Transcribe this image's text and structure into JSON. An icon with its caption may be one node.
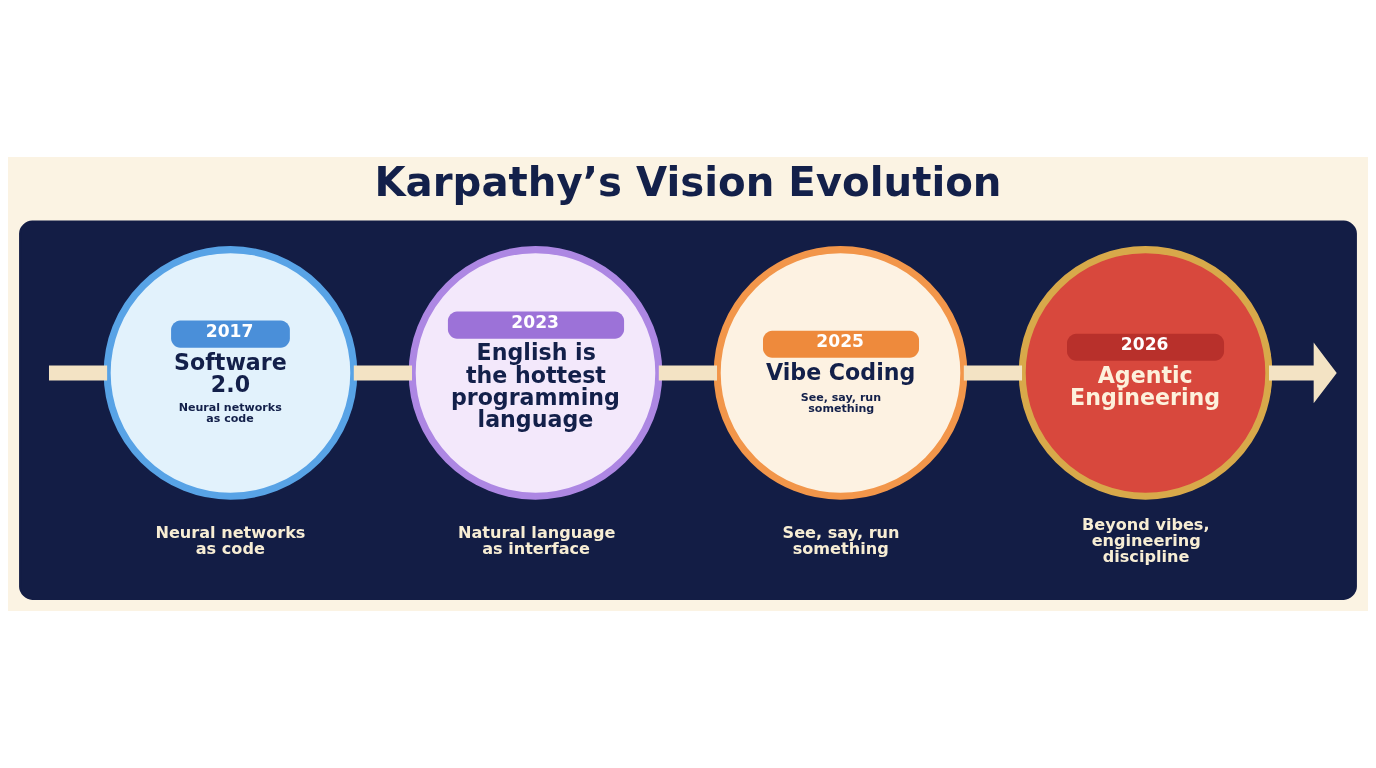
{
  "diagram": {
    "title": "Karpathy’s Vision Evolution",
    "nodes": [
      {
        "text": [],
        "shape": "box"
      },
      {
        "text": [
          "2017",
          "Software 2.0",
          "Neural networks as code"
        ],
        "beside": [
          "Neural networks as code"
        ],
        "in": 0
      },
      {
        "text": [
          "2023",
          "English is the hottest programming language"
        ],
        "beside": [
          "Natural language as interface"
        ],
        "in": 0
      },
      {
        "text": [
          "2025",
          "Vibe Coding",
          "See, say, run something"
        ],
        "beside": [
          "See, say, run something"
        ],
        "in": 0
      },
      {
        "text": [
          "2026",
          "Agentic Engineering"
        ],
        "beside": [
          "Beyond vibes, engineering discipline"
        ],
        "in": 0
      }
    ],
    "edges": [
      {
        "from": null,
        "to": 1,
        "arrow": "none"
      },
      {
        "from": 1,
        "to": 2,
        "arrow": "none"
      },
      {
        "from": 2,
        "to": 3,
        "arrow": "none"
      },
      {
        "from": 3,
        "to": 4,
        "arrow": "none"
      },
      {
        "from": 4,
        "to": null,
        "arrow": "to"
      }
    ]
  }
}
